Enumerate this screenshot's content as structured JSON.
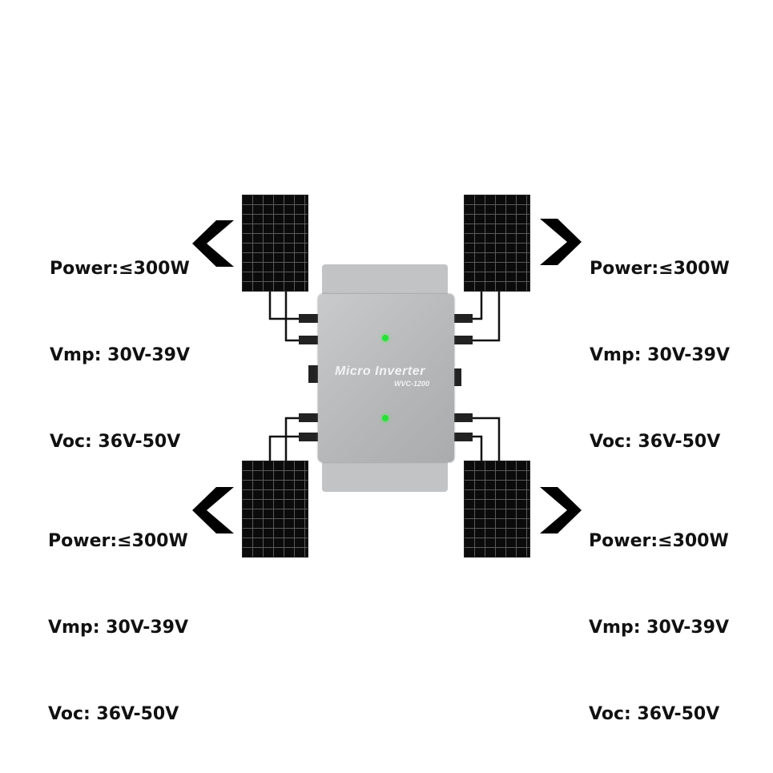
{
  "inverter": {
    "title": "Micro Inverter",
    "model": "WVC-1200"
  },
  "panels": [
    {
      "position": "top-left",
      "power": "Power:≤300W",
      "vmp": "Vmp: 30V-39V",
      "voc": "Voc: 36V-50V"
    },
    {
      "position": "top-right",
      "power": "Power:≤300W",
      "vmp": "Vmp: 30V-39V",
      "voc": "Voc: 36V-50V"
    },
    {
      "position": "bottom-left",
      "power": "Power:≤300W",
      "vmp": "Vmp: 30V-39V",
      "voc": "Voc: 36V-50V"
    },
    {
      "position": "bottom-right",
      "power": "Power:≤300W",
      "vmp": "Vmp: 30V-39V",
      "voc": "Voc: 36V-50V"
    }
  ],
  "colors": {
    "led": "#29e03a",
    "inverter": "#bfc0c2",
    "panel": "#0b0b0b"
  }
}
